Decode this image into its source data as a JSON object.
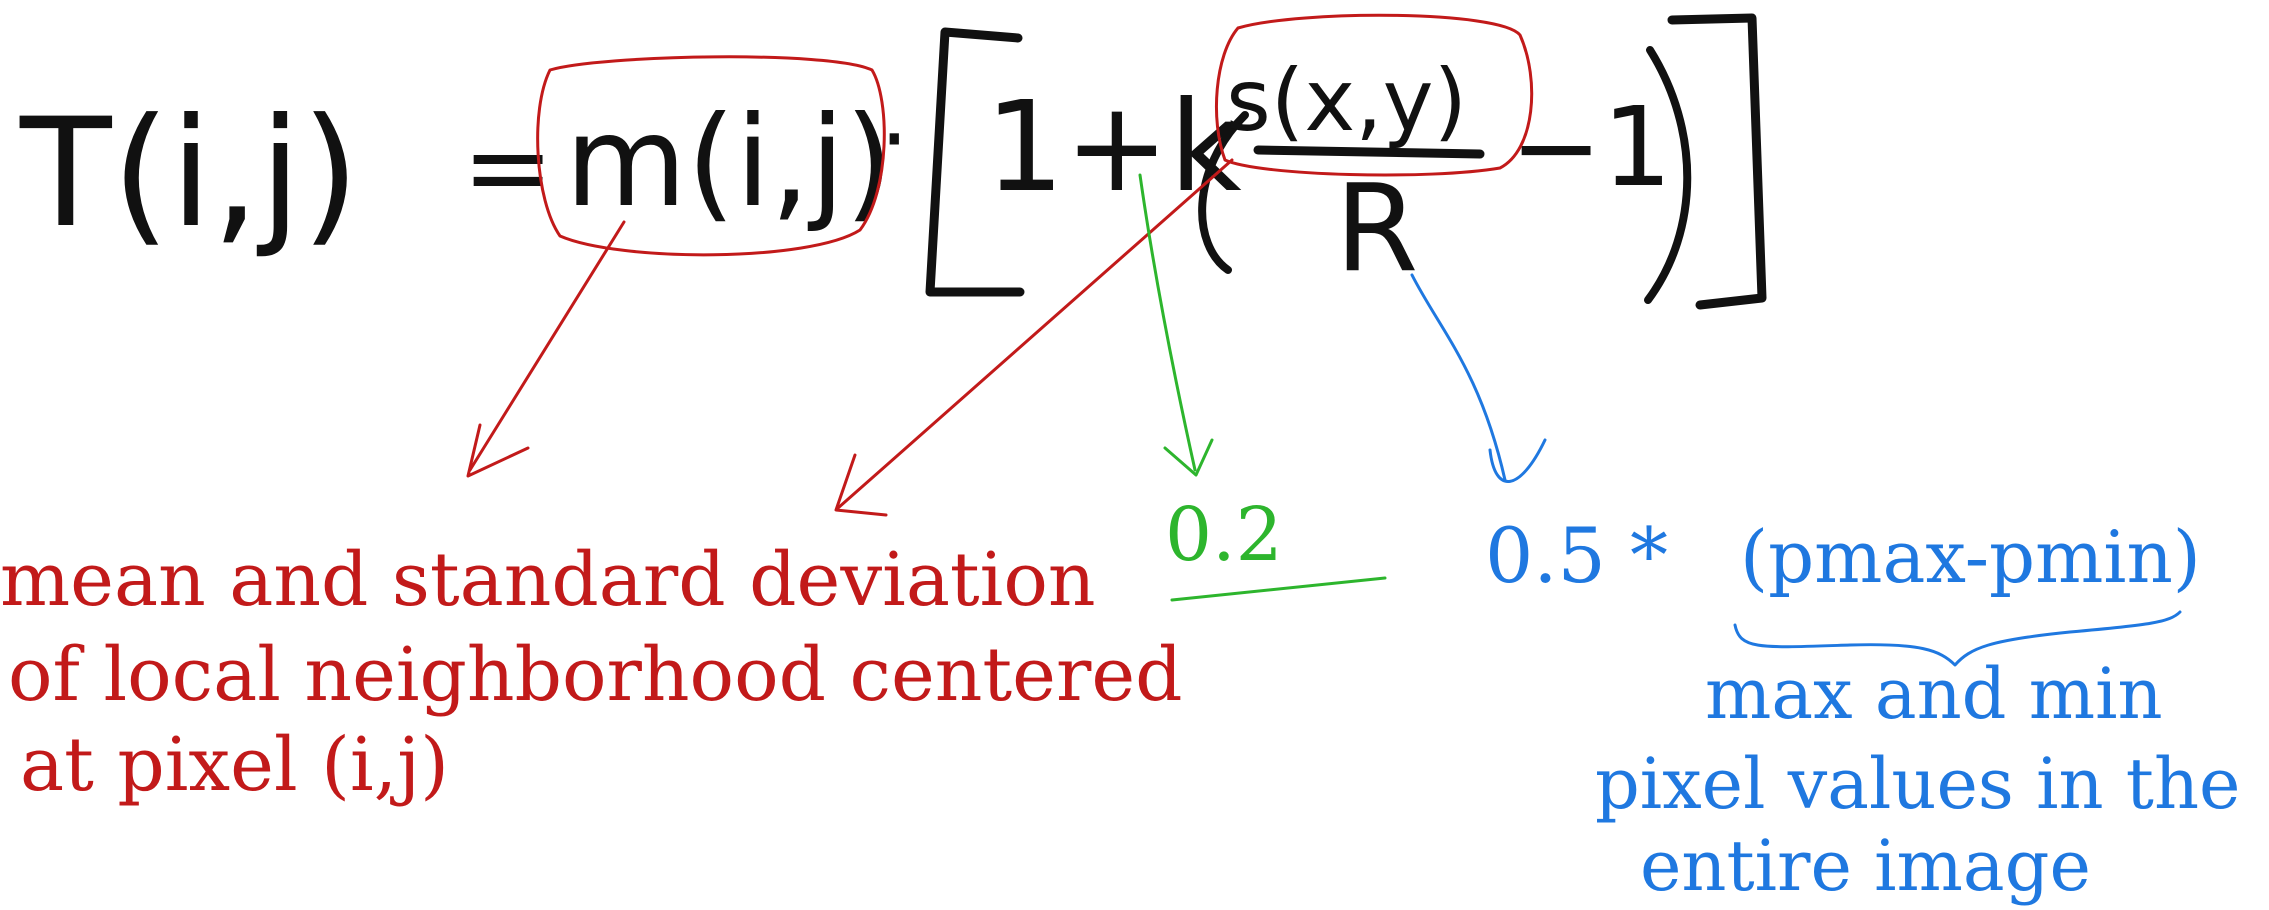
{
  "colors": {
    "ink": "#111111",
    "red": "#c21a1a",
    "green": "#2db52d",
    "blue": "#1f78e0",
    "background": "#ffffff"
  },
  "equation": {
    "lhs": "T(i,j)",
    "equals": "=",
    "mean_term": "m(i,j)",
    "dot": "·",
    "one_plus_k": "1+k",
    "numerator": "s(x,y)",
    "denominator": "R",
    "minus_one": "−1"
  },
  "annotations": {
    "mean_std_note": {
      "line1": "mean and standard deviation",
      "line2": "of local neighborhood centered",
      "line3": "at pixel (i,j)"
    },
    "k_value": "0.2",
    "r_value": {
      "prefix": "0.5 *",
      "expression": "(pmax-pmin)"
    },
    "range_note": {
      "line1": "max and min",
      "line2": "pixel values in the",
      "line3": "entire image"
    }
  }
}
